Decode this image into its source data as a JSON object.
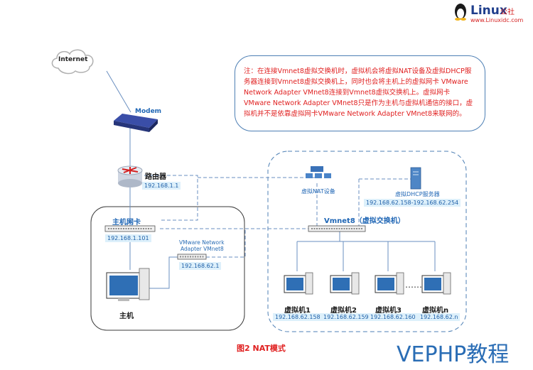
{
  "logo": {
    "name": "Linux",
    "suffix": "公社",
    "url": "www.Linuxidc.com"
  },
  "note": "注：在连接Vmnet8虚拟交换机时，虚拟机会将虚拟NAT设备及虚拟DHCP服务器连接到Vmnet8虚拟交换机上，同时也会将主机上的虚拟网卡 VMware Network Adapter VMnet8连接到Vmnet8虚拟交换机上。虚拟网卡VMware Network Adapter VMnet8只是作为主机与虚拟机通信的接口，虚拟机并不是依靠虚拟网卡VMware Network Adapter VMnet8来联网的。",
  "nodes": {
    "internet": "Internet",
    "modem": "Modem",
    "router": {
      "label": "路由器",
      "ip": "192.168.1.1"
    },
    "host_nic": {
      "label": "主机网卡",
      "ip": "192.168.1.101"
    },
    "vmnet8_adapter": {
      "label_line1": "VMware Network",
      "label_line2": "Adapter VMnet8",
      "ip": "192.168.62.1"
    },
    "host": "主机",
    "nat": "虚拟NAT设备",
    "dhcp": {
      "label": "虚拟DHCP服务器",
      "range": "192.168.62.158-192.168.62.254"
    },
    "switch": "Vmnet8（虚拟交换机）",
    "vms": [
      {
        "label": "虚拟机1",
        "ip": "192.168.62.158"
      },
      {
        "label": "虚拟机2",
        "ip": "192.168.62.159"
      },
      {
        "label": "虚拟机3",
        "ip": "192.168.62.160"
      },
      {
        "label": "虚拟机n",
        "ip": "192.168.62.n"
      }
    ],
    "ellipsis": "……"
  },
  "caption": "图2  NAT模式",
  "watermark": "VEPHP教程"
}
